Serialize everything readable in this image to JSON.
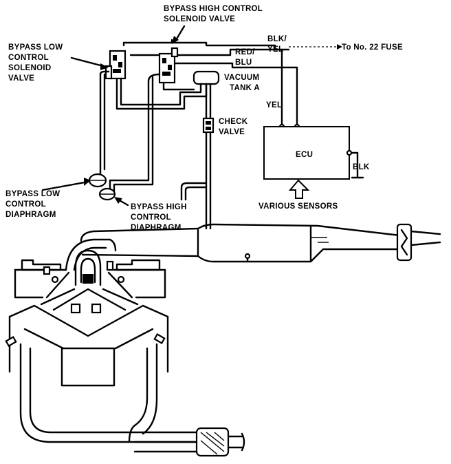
{
  "labels": {
    "bypass_high_solenoid": [
      "BYPASS HIGH CONTROL",
      "SOLENOID VALVE"
    ],
    "bypass_low_solenoid": [
      "BYPASS LOW",
      "CONTROL",
      "SOLENOID",
      "VALVE"
    ],
    "wire_blk_yel": [
      "BLK/",
      "YEL"
    ],
    "wire_red_blu": [
      "RED/",
      "BLU"
    ],
    "fuse": "To No. 22 FUSE",
    "vacuum_tank": [
      "VACUUM",
      "TANK A"
    ],
    "wire_yel": "YEL",
    "check_valve": [
      "CHECK",
      "VALVE"
    ],
    "ecu": "ECU",
    "ground_blk": "BLK",
    "bypass_low_diaphragm": [
      "BYPASS LOW",
      "CONTROL",
      "DIAPHRAGM"
    ],
    "bypass_high_diaphragm": [
      "BYPASS HIGH",
      "CONTROL",
      "DIAPHRAGM"
    ],
    "various_sensors": "VARIOUS SENSORS"
  }
}
